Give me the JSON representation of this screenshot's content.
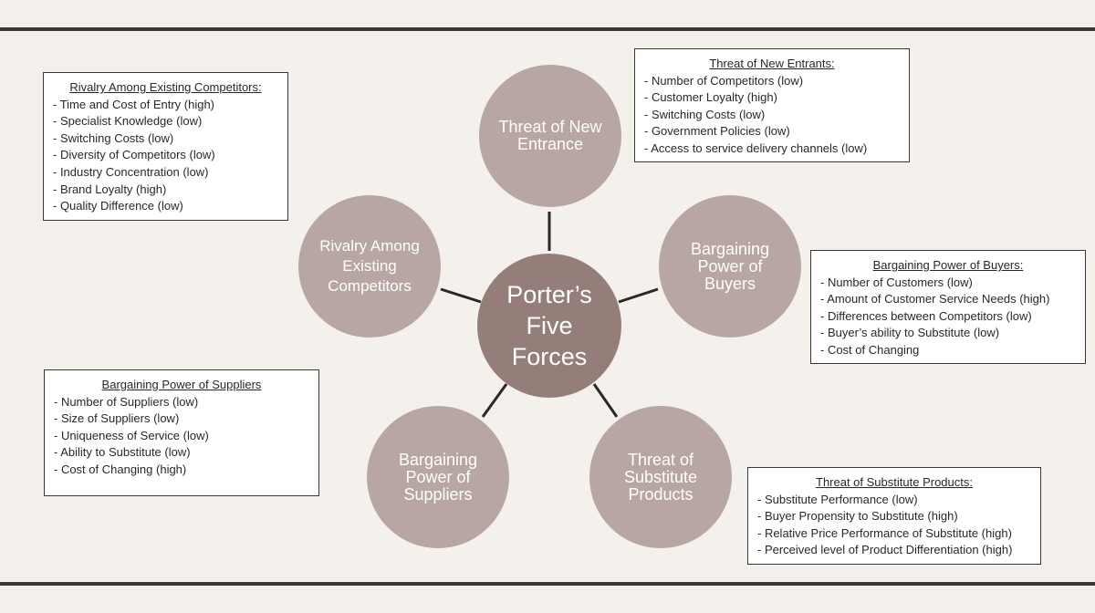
{
  "center": {
    "label": "Porter’s Five Forces"
  },
  "forces": {
    "new_entrance": "Threat of New Entrance",
    "buyers": "Bargaining Power of Buyers",
    "substitute": "Threat of Substitute Products",
    "suppliers": "Bargaining Power of Suppliers",
    "rivalry": "Rivalry Among Existing Competitors"
  },
  "boxes": {
    "rivalry": {
      "title": "Rivalry Among Existing Competitors:",
      "items": [
        "- Time and Cost of Entry (high)",
        "- Specialist Knowledge (low)",
        "- Switching Costs (low)",
        "- Diversity of Competitors (low)",
        "- Industry Concentration (low)",
        "- Brand Loyalty (high)",
        "- Quality Difference (low)"
      ]
    },
    "new_entrants": {
      "title": "Threat of New Entrants:",
      "items": [
        "- Number of Competitors (low)",
        "- Customer Loyalty (high)",
        "- Switching Costs (low)",
        "- Government Policies (low)",
        "- Access to service delivery channels (low)"
      ]
    },
    "buyers": {
      "title": "Bargaining Power of Buyers:",
      "items": [
        "- Number of Customers (low)",
        "- Amount of Customer Service Needs (high)",
        "- Differences between Competitors (low)",
        "- Buyer’s ability to Substitute (low)",
        "- Cost of Changing"
      ]
    },
    "suppliers": {
      "title": "Bargaining Power of Suppliers",
      "items": [
        "- Number of Suppliers (low)",
        "- Size of Suppliers (low)",
        "- Uniqueness of Service (low)",
        "- Ability to Substitute (low)",
        "- Cost of Changing (high)"
      ]
    },
    "substitutes": {
      "title": "Threat of Substitute Products:",
      "items": [
        "- Substitute Performance (low)",
        "- Buyer Propensity to Substitute (high)",
        "- Relative Price Performance of Substitute (high)",
        "- Perceived level of Product Differentiation (high)"
      ]
    }
  },
  "colors": {
    "background": "#f4f1ed",
    "force_circle": "#b8a6a3",
    "center_circle": "#957e7a",
    "rule": "#3a3735"
  }
}
